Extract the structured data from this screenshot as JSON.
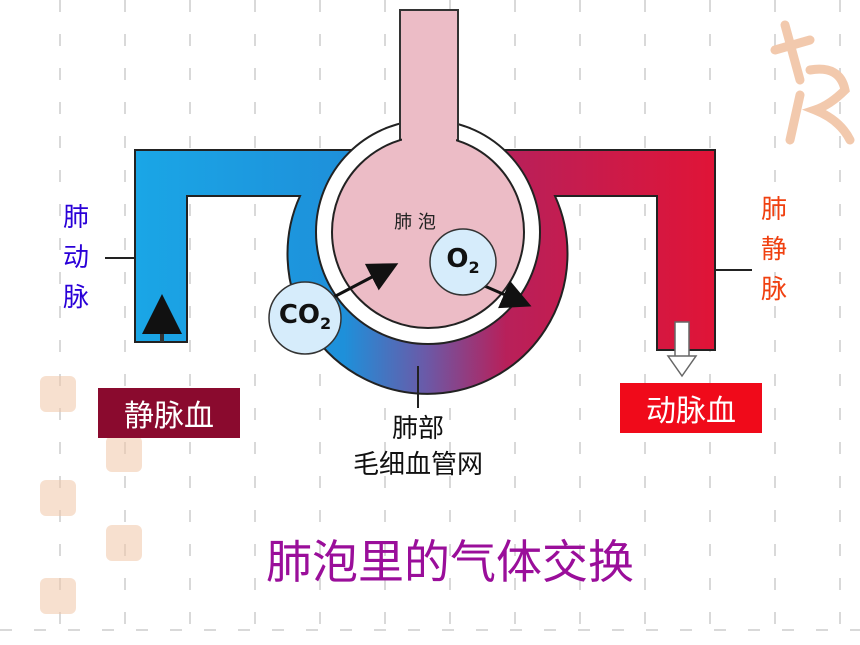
{
  "labels": {
    "pulmonary_artery": "肺动脉",
    "pulmonary_vein": "肺静脉",
    "alveolus": "肺 泡",
    "venous_blood": "静脉血",
    "arterial_blood": "动脉血",
    "capillary_line1": "肺部",
    "capillary_line2": "毛细血管网",
    "co2_main": "CO",
    "co2_sub": "2",
    "o2_main": "O",
    "o2_sub": "2"
  },
  "title": "肺泡里的气体交换",
  "colors": {
    "venous": "#1a9ee0",
    "arterial": "#e01437",
    "alveolus_fill": "#ecbcc6",
    "venous_tag": "#8a0a2e",
    "arterial_tag": "#f00a1a",
    "title": "#9a0e9a",
    "left_label": "#2a00d8",
    "right_label": "#f04010",
    "gas_bubble": "#d6ecfb"
  }
}
